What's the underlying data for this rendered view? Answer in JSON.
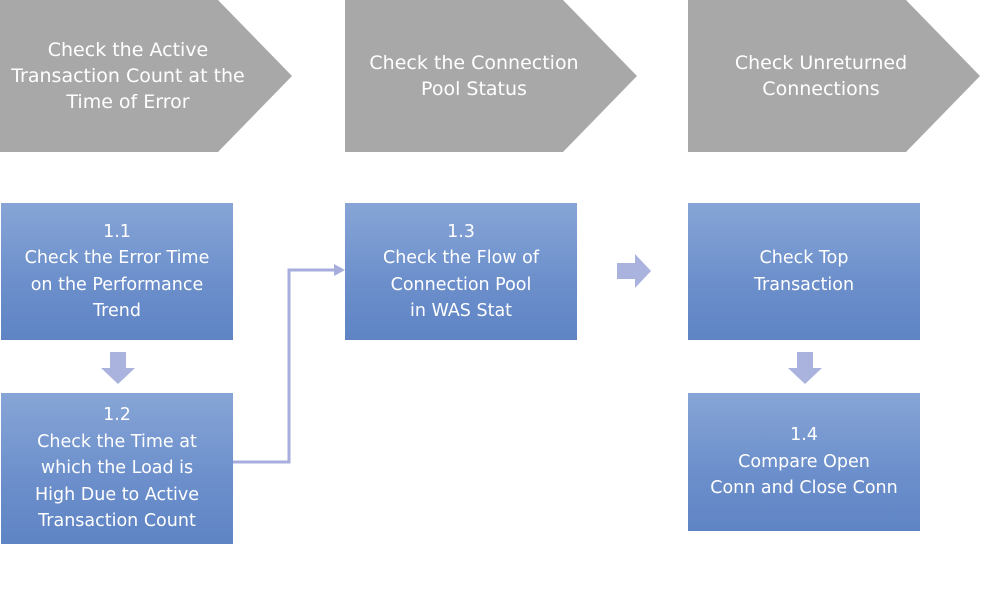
{
  "colors": {
    "chevron_fill": "#a8a8a8",
    "box_blue": "#6d90cc",
    "arrow_fill": "#aab2de",
    "connector": "#a7aede"
  },
  "chevrons": [
    {
      "lines": [
        "Check the Active",
        "Transaction Count at the",
        "Time of Error"
      ]
    },
    {
      "lines": [
        "Check the Connection",
        "Pool Status"
      ]
    },
    {
      "lines": [
        "Check Unreturned",
        "Connections"
      ]
    }
  ],
  "boxes": {
    "step_1_1": {
      "lines": [
        "1.1",
        "Check the Error Time",
        "on the Performance",
        "Trend"
      ]
    },
    "step_1_2": {
      "lines": [
        "1.2",
        "Check the Time at",
        "which the Load is",
        "High Due to Active",
        "Transaction Count"
      ]
    },
    "step_1_3": {
      "lines": [
        "1.3",
        "Check the Flow of",
        "Connection Pool",
        "in WAS Stat"
      ]
    },
    "check_top": {
      "lines": [
        "Check Top",
        "Transaction"
      ]
    },
    "step_1_4": {
      "lines": [
        "1.4",
        "Compare Open",
        "Conn and Close Conn"
      ]
    }
  },
  "icons": {
    "down_arrow": "arrow-down-icon",
    "right_arrow": "arrow-right-icon"
  }
}
